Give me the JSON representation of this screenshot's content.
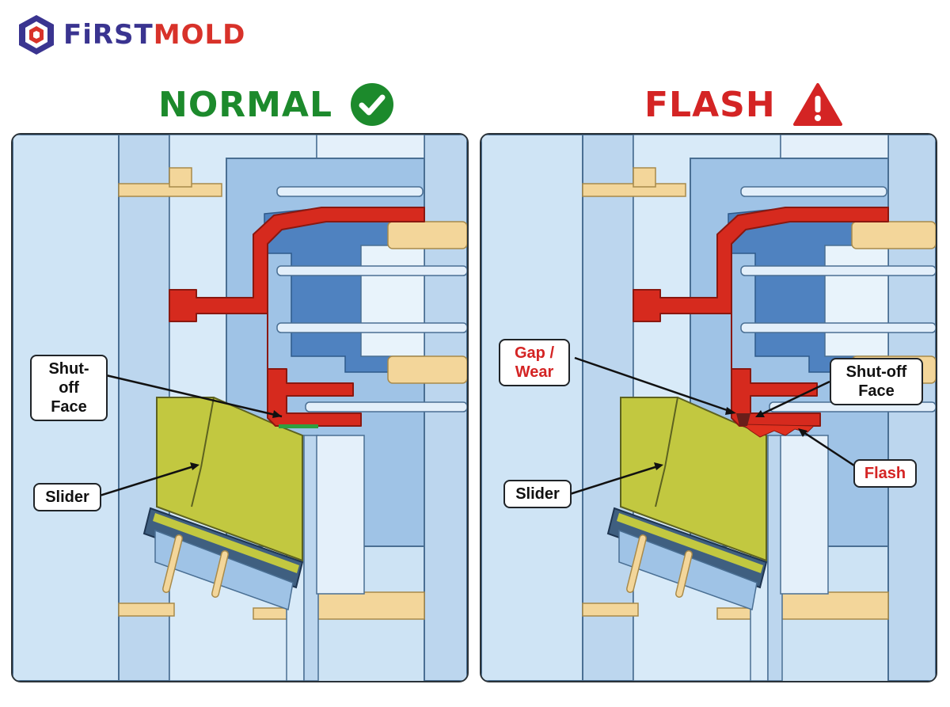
{
  "brand": {
    "name_part1": "FiRST",
    "name_part2": "MOLD"
  },
  "colors": {
    "brand_purple": "#3a3490",
    "brand_red": "#d8322a",
    "normal_green": "#1c8a2c",
    "flash_red": "#d42424",
    "mold_light_blue": "#cde3f4",
    "mold_mid_blue": "#9fc3e6",
    "mold_dark_blue": "#4f82c0",
    "plastic_red": "#d62a1e",
    "slider_olive": "#c2c840",
    "pin_tan": "#f3d69a"
  },
  "panels": {
    "normal": {
      "heading": "NORMAL",
      "status_icon": "check-circle-icon",
      "labels": {
        "shutoff": "Shut-off Face",
        "slider": "Slider"
      }
    },
    "flash": {
      "heading": "FLASH",
      "status_icon": "warning-triangle-icon",
      "labels": {
        "gap": "Gap / Wear",
        "shutoff": "Shut-off Face",
        "flash": "Flash",
        "slider": "Slider"
      }
    }
  }
}
